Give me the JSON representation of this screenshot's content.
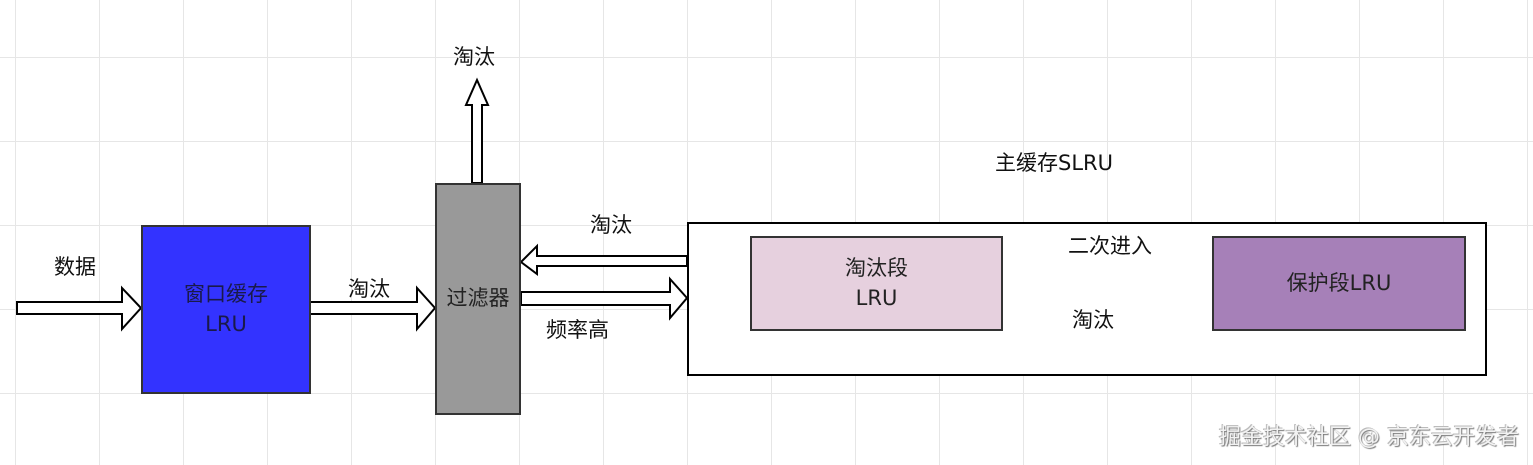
{
  "diagram": {
    "nodes": {
      "window_cache": {
        "line1": "窗口缓存",
        "line2": "LRU",
        "fill": "#3333ff"
      },
      "filter": {
        "label": "过滤器",
        "fill": "#999999"
      },
      "main_cache": {
        "title": "主缓存SLRU"
      },
      "probation": {
        "line1": "淘汰段",
        "line2": "LRU",
        "fill": "#e6d0de"
      },
      "protected": {
        "label": "保护段LRU",
        "fill": "#a680b8"
      }
    },
    "edges": {
      "input_label": "数据",
      "window_to_filter_label": "淘汰",
      "filter_evict_up_label": "淘汰",
      "main_to_filter_label": "淘汰",
      "filter_to_main_label": "频率高",
      "probation_to_protected_label": "二次进入",
      "protected_to_probation_label": "淘汰"
    }
  },
  "watermark": "掘金技术社区 @ 京东云开发者"
}
